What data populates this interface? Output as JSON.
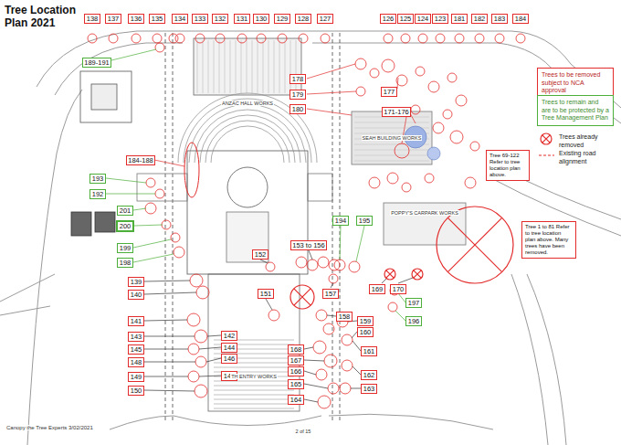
{
  "diagram": {
    "title": "Tree Location Plan 2021",
    "nodes": [
      {
        "text": [
          "138"
        ]
      },
      {
        "text": [
          "137"
        ]
      },
      {
        "text": [
          "136"
        ]
      },
      {
        "text": [
          "135"
        ]
      },
      {
        "text": [
          "134"
        ]
      },
      {
        "text": [
          "133"
        ]
      },
      {
        "text": [
          "132"
        ]
      },
      {
        "text": [
          "131"
        ]
      },
      {
        "text": [
          "130"
        ]
      },
      {
        "text": [
          "129"
        ]
      },
      {
        "text": [
          "128"
        ]
      },
      {
        "text": [
          "127"
        ]
      },
      {
        "text": [
          "126"
        ]
      },
      {
        "text": [
          "125"
        ]
      },
      {
        "text": [
          "124"
        ]
      },
      {
        "text": [
          "123"
        ]
      },
      {
        "text": [
          "181"
        ]
      },
      {
        "text": [
          "182"
        ]
      },
      {
        "text": [
          "183"
        ]
      },
      {
        "text": [
          "184"
        ]
      },
      {
        "text": [
          "189-191"
        ]
      },
      {
        "text": [
          "178"
        ]
      },
      {
        "text": [
          "177"
        ]
      },
      {
        "text": [
          "179"
        ]
      },
      {
        "text": [
          "180"
        ]
      },
      {
        "text": [
          "171-176"
        ]
      },
      {
        "text": [
          "Tree 69-122 Refer to tree location plan above."
        ]
      },
      {
        "text": [
          "184-188"
        ]
      },
      {
        "text": [
          "193"
        ]
      },
      {
        "text": [
          "192"
        ]
      },
      {
        "text": [
          "201"
        ]
      },
      {
        "text": [
          "200"
        ]
      },
      {
        "text": [
          "194"
        ]
      },
      {
        "text": [
          "195"
        ]
      },
      {
        "text": [
          "Tree 1 to 81 Refer to tree location plan above. Many trees have been removed."
        ]
      },
      {
        "text": [
          "199"
        ]
      },
      {
        "text": [
          "198"
        ]
      },
      {
        "text": [
          "153 to 156"
        ]
      },
      {
        "text": [
          "152"
        ]
      },
      {
        "text": [
          "139"
        ]
      },
      {
        "text": [
          "140"
        ]
      },
      {
        "text": [
          "151"
        ]
      },
      {
        "text": [
          "157"
        ]
      },
      {
        "text": [
          "169"
        ]
      },
      {
        "text": [
          "170"
        ]
      },
      {
        "text": [
          "197"
        ]
      },
      {
        "text": [
          "196"
        ]
      },
      {
        "text": [
          "158"
        ]
      },
      {
        "text": [
          "141"
        ]
      },
      {
        "text": [
          "159"
        ]
      },
      {
        "text": [
          "160"
        ]
      },
      {
        "text": [
          "143"
        ]
      },
      {
        "text": [
          "142"
        ]
      },
      {
        "text": [
          "145"
        ]
      },
      {
        "text": [
          "144"
        ]
      },
      {
        "text": [
          "146"
        ]
      },
      {
        "text": [
          "168"
        ]
      },
      {
        "text": [
          "167"
        ]
      },
      {
        "text": [
          "161"
        ]
      },
      {
        "text": [
          "148"
        ]
      },
      {
        "text": [
          "166"
        ]
      },
      {
        "text": [
          "149"
        ]
      },
      {
        "text": [
          "147"
        ]
      },
      {
        "text": [
          "165"
        ]
      },
      {
        "text": [
          "162"
        ]
      },
      {
        "text": [
          "150"
        ]
      },
      {
        "text": [
          "163"
        ]
      },
      {
        "text": [
          "164"
        ]
      }
    ],
    "labels": [
      "ANZAC HALL WORKS",
      "SEAH BUILDING WORKS",
      "POPPY'S CARPARK WORKS",
      "TH ENTRY WORKS",
      "Canopy the Tree Experts 3/02/2021",
      "2 of 15"
    ],
    "legend": [
      {
        "text": "Trees to be removed subject to NCA approval",
        "color": "#e32b2b"
      },
      {
        "text": "Trees to remain and are to be protected by a Tree Management Plan",
        "color": "#4caf3a"
      },
      {
        "text": "Trees already removed"
      },
      {
        "text": "Existing road alignment"
      }
    ]
  }
}
